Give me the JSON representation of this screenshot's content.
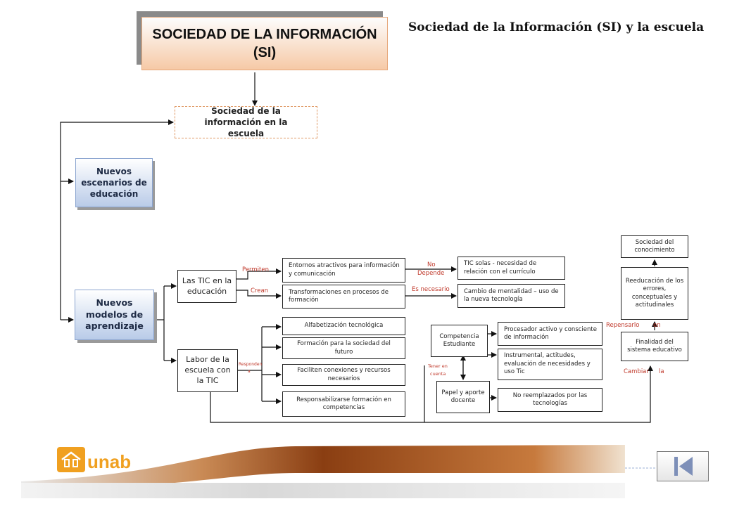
{
  "header": {
    "main_title_line1": "SOCIEDAD DE LA INFORMACIÓN",
    "main_title_line2": "(SI)",
    "page_title": "Sociedad de la Información (SI) y la escuela"
  },
  "nodes": {
    "si_escuela": "Sociedad de la información en la escuela",
    "nuevos_escenarios": "Nuevos escenarios de educación",
    "nuevos_modelos": "Nuevos modelos de aprendizaje",
    "tic_educacion": "Las TIC en la educación",
    "labor_escuela": "Labor de la escuela con la TIC",
    "entornos": "Entornos atractivos para información y comunicación",
    "transformaciones": "Transformaciones en procesos de formación",
    "tic_solas": "TIC solas - necesidad de relación con el currículo",
    "cambio_mentalidad": "Cambio de mentalidad – uso de la nueva tecnología",
    "alfabetizacion": "Alfabetización tecnológica",
    "formacion_sociedad": "Formación para la sociedad del futuro",
    "faciliten": "Faciliten conexiones y recursos necesarios",
    "responsabilizarse": "Responsabilizarse formación en competencias",
    "competencia_estudiante": "Competencia Estudiante",
    "papel_docente": "Papel y aporte docente",
    "procesador": "Procesador activo y consciente de información",
    "instrumental": "Instrumental, actitudes, evaluación de necesidades y uso Tic",
    "no_reemplazados": "No reemplazados por las tecnologías",
    "sociedad_conocimiento": "Sociedad del conocimiento",
    "reeducacion": "Reeducación de los errores, conceptuales y actitudinales",
    "finalidad": "Finalidad del sistema educativo"
  },
  "edge_labels": {
    "permiten": "Permiten",
    "crean": "Crean",
    "no_depende_1": "No",
    "no_depende_2": "Depende",
    "es_necesario": "Es necesario",
    "responden_1": "Responden",
    "responden_2": "a",
    "tener_en_cuenta_1": "Tener en",
    "tener_en_cuenta_2": "cuenta",
    "repensarlo": "Repensarlo",
    "en": "en",
    "cambiar": "Cambiar",
    "la": "la"
  },
  "footer": {
    "logo_text": "unab",
    "nav_icon": "skip-back-icon"
  },
  "colors": {
    "title_box_gradient_top": "#fdfdfd",
    "title_box_gradient_bottom": "#f6c9a6",
    "title_box_border": "#e6a77a",
    "blue_box_top": "#ffffff",
    "blue_box_bottom": "#b9cbe8",
    "edge_label_red": "#c0392b",
    "logo_orange": "#f0a020",
    "band_dark": "#7a3510"
  }
}
